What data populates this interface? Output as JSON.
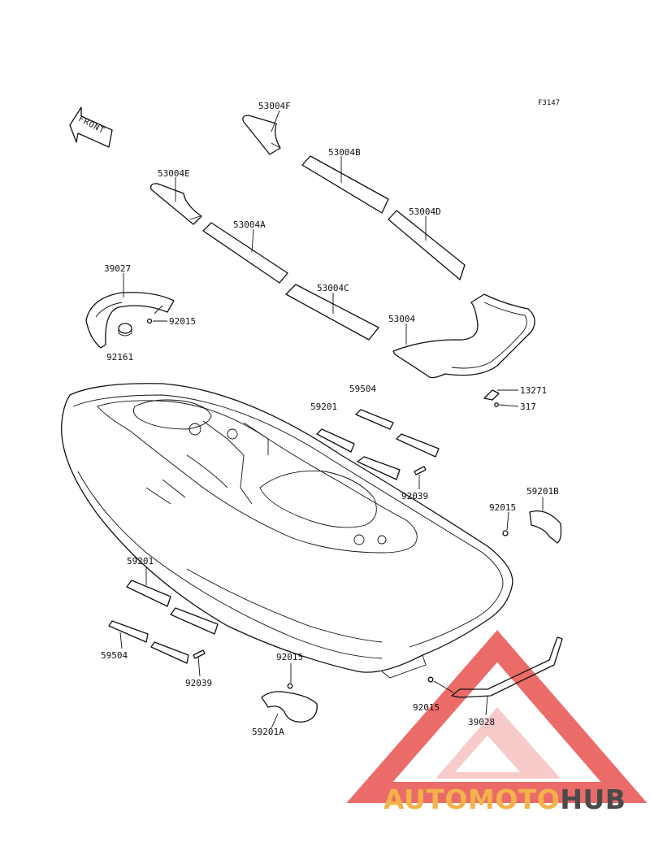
{
  "diagram": {
    "reference_code": "F3147",
    "front_arrow_label": "FRONT",
    "part_labels": [
      {
        "id": "lbl-53004f",
        "text": "53004F"
      },
      {
        "id": "lbl-53004b",
        "text": "53004B"
      },
      {
        "id": "lbl-53004e",
        "text": "53004E"
      },
      {
        "id": "lbl-53004d",
        "text": "53004D"
      },
      {
        "id": "lbl-53004a",
        "text": "53004A"
      },
      {
        "id": "lbl-39027",
        "text": "39027"
      },
      {
        "id": "lbl-53004c",
        "text": "53004C"
      },
      {
        "id": "lbl-92015-a",
        "text": "92015"
      },
      {
        "id": "lbl-53004",
        "text": "53004"
      },
      {
        "id": "lbl-92161",
        "text": "92161"
      },
      {
        "id": "lbl-59504-a",
        "text": "59504"
      },
      {
        "id": "lbl-13271",
        "text": "13271"
      },
      {
        "id": "lbl-59201-a",
        "text": "59201"
      },
      {
        "id": "lbl-317",
        "text": "317"
      },
      {
        "id": "lbl-92039-a",
        "text": "92039"
      },
      {
        "id": "lbl-92015-b",
        "text": "92015"
      },
      {
        "id": "lbl-59201b",
        "text": "59201B"
      },
      {
        "id": "lbl-59201-b",
        "text": "59201"
      },
      {
        "id": "lbl-59504-b",
        "text": "59504"
      },
      {
        "id": "lbl-92015-c",
        "text": "92015"
      },
      {
        "id": "lbl-92039-b",
        "text": "92039"
      },
      {
        "id": "lbl-92015-d",
        "text": "92015"
      },
      {
        "id": "lbl-39028",
        "text": "39028"
      },
      {
        "id": "lbl-59201a",
        "text": "59201A"
      }
    ]
  },
  "watermark": {
    "brand_part1": "AUTOMOTO",
    "brand_part2": "HUB",
    "color_primary": "#e8524f",
    "color_secondary": "#f3b24a",
    "color_dark": "#4a4a4a"
  }
}
